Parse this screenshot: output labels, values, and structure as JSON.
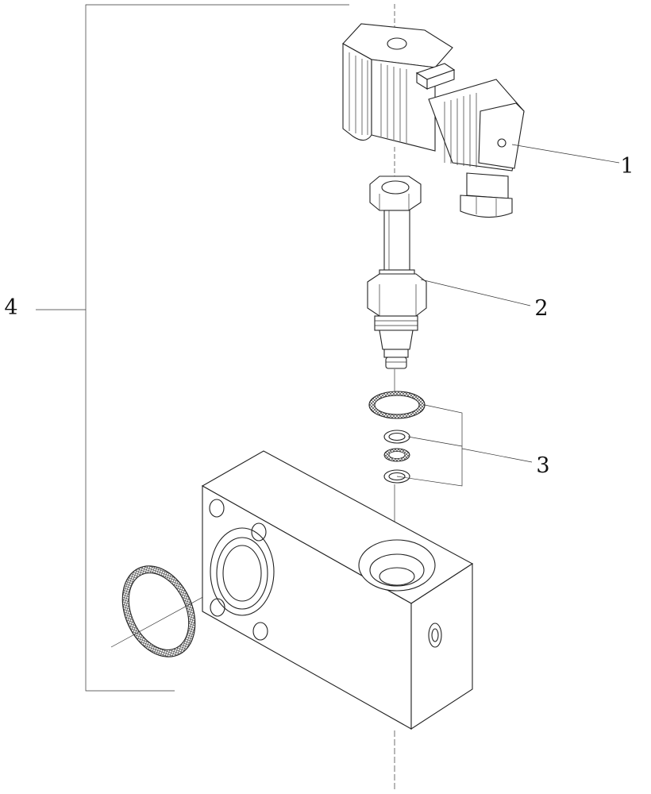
{
  "callouts": [
    {
      "label": "1"
    },
    {
      "label": "2"
    },
    {
      "label": "3"
    },
    {
      "label": "4"
    }
  ],
  "colors": {
    "line": "#222222",
    "background": "#ffffff"
  }
}
